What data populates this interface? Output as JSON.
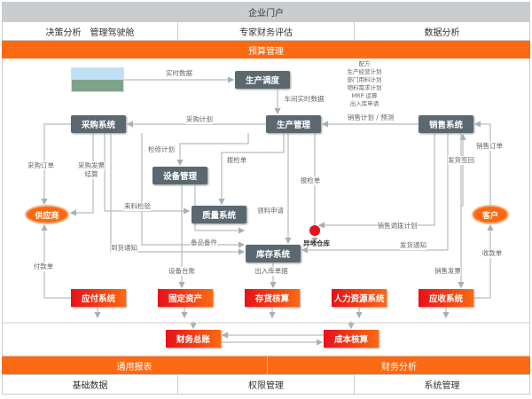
{
  "header": {
    "portal": "企业门户",
    "row": [
      "决策分析　管理驾驶舱",
      "专家财务评估",
      "数据分析"
    ],
    "budget": "预算管理"
  },
  "nodes": {
    "dispatch": "生产调度",
    "purchase": "采购系统",
    "production": "生产管理",
    "sales": "销售系统",
    "equipment": "设备管理",
    "quality": "质量系统",
    "inventory": "库存系统",
    "supplier": "供应商",
    "customer": "客户",
    "remote_warehouse": "异地仓库"
  },
  "finance": {
    "payable": "应付系统",
    "fixed_assets": "固定资产",
    "inventory_accounting": "存货核算",
    "hr": "人力资源系统",
    "receivable": "应收系统",
    "ledger": "财务总账",
    "cost": "成本核算"
  },
  "labels": {
    "realtime": "实时数据",
    "workshop": "车间实时数据",
    "plan_stack": [
      "配方",
      "生产经营计划",
      "部门用料计划",
      "物料需求计划",
      "MRP 运算",
      "出入库申请"
    ],
    "purchase_plan": "采购计划",
    "sales_forecast": "销售计划 / 预测",
    "repair_plan": "检修计划",
    "inspect1": "报检单",
    "inspect2": "报检单",
    "material_req": "领料申请",
    "purchase_order": "采购订单",
    "invoice": "采购发票",
    "settle": "结算",
    "incoming": "来料检验",
    "arrival": "到货通知",
    "spares": "备品备件",
    "sales_order": "销售订单",
    "delivery_sign": "发货签回",
    "transfer_plan": "销售调拨计划",
    "delivery_notice": "发货通知",
    "receipt": "收款单",
    "payment": "付款单",
    "asset_ledger": "设备台账",
    "io_docs": "出入库单据",
    "sales_invoice": "销售发票"
  },
  "footer": {
    "reports": "通用报表",
    "analysis": "财务分析",
    "row": [
      "基础数据",
      "权限管理",
      "系统管理"
    ]
  },
  "colors": {
    "orange": "#fb6a12",
    "node": "#5b6870",
    "red": "#e8101a"
  }
}
